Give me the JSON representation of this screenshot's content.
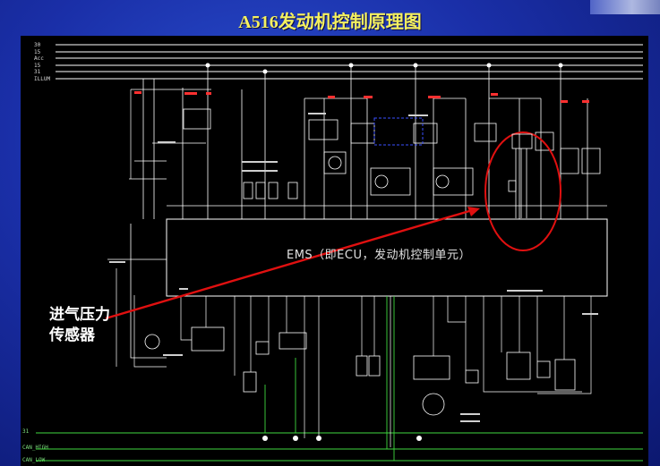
{
  "slide": {
    "title": "A516发动机控制原理图"
  },
  "diagram": {
    "ems_label": "EMS（即ECU，发动机控制单元）",
    "callout_line1": "进气压力",
    "callout_line2": "传感器",
    "top_buses": [
      "30",
      "15",
      "Acc",
      "15",
      "31",
      "ILLUM"
    ],
    "bottom_buses": [
      "31",
      "CAN_HIGH",
      "CAN_LOW"
    ],
    "colors": {
      "background": "#000000",
      "wire": "#ffffff",
      "ground_wire": "#3fd83f",
      "fuse_label": "#ff3030",
      "highlight_ellipse": "#e01010",
      "arrow": "#e01010",
      "relay_box": "#3a4fff"
    }
  }
}
